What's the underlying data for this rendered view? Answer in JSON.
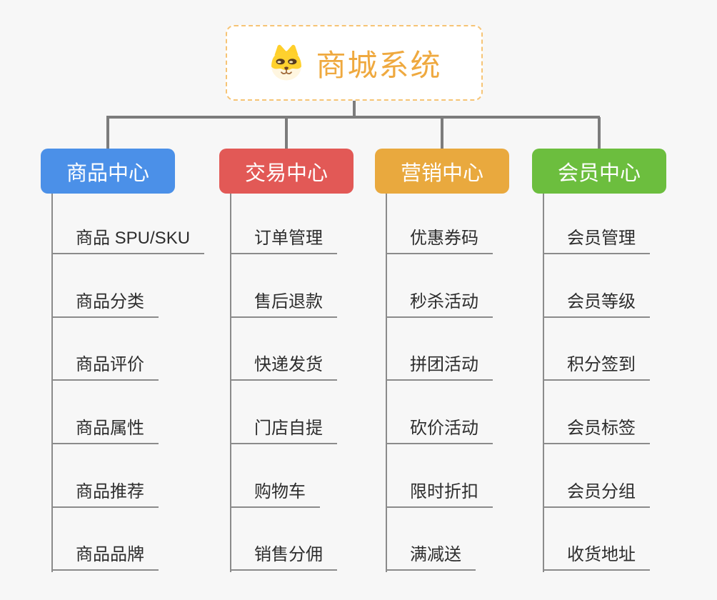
{
  "root": {
    "title": "商城系统",
    "icon": "shiba-dog-icon",
    "text_color": "#EFA93F",
    "border_color": "#F6C475",
    "fill": "#FFFFFF"
  },
  "branches": [
    {
      "label": "商品中心",
      "color": "#4B90E8",
      "items": [
        "商品 SPU/SKU",
        "商品分类",
        "商品评价",
        "商品属性",
        "商品推荐",
        "商品品牌"
      ]
    },
    {
      "label": "交易中心",
      "color": "#E25956",
      "items": [
        "订单管理",
        "售后退款",
        "快递发货",
        "门店自提",
        "购物车",
        "销售分佣"
      ]
    },
    {
      "label": "营销中心",
      "color": "#E9A93E",
      "items": [
        "优惠券码",
        "秒杀活动",
        "拼团活动",
        "砍价活动",
        "限时折扣",
        "满减送"
      ]
    },
    {
      "label": "会员中心",
      "color": "#6CBE3E",
      "items": [
        "会员管理",
        "会员等级",
        "积分签到",
        "会员标签",
        "会员分组",
        "收货地址"
      ]
    }
  ],
  "colors": {
    "background": "#F7F7F7",
    "connector": "#7C7C7C",
    "underline": "#8B8B8B",
    "leaf_text": "#2D2D2D",
    "branch_text": "#FFFFFF"
  }
}
